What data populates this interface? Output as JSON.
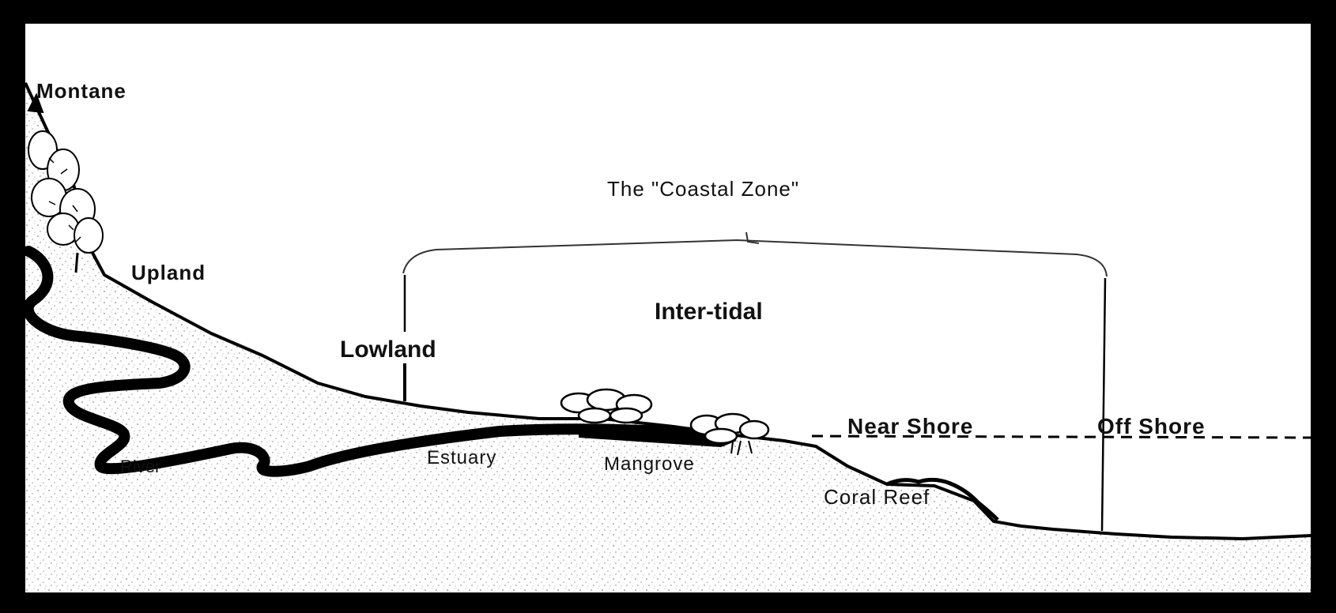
{
  "diagram": {
    "title": "The \"Coastal Zone\"",
    "labels": {
      "montane": "Montane",
      "upland": "Upland",
      "lowland": "Lowland",
      "inter_tidal": "Inter-tidal",
      "near_shore": "Near Shore",
      "off_shore": "Off Shore",
      "river": "River",
      "estuary": "Estuary",
      "mangrove": "Mangrove",
      "coral_reef": "Coral Reef"
    },
    "colors": {
      "ink": "#000000",
      "paper": "#ffffff",
      "stipple": "#8a8a8a"
    }
  }
}
